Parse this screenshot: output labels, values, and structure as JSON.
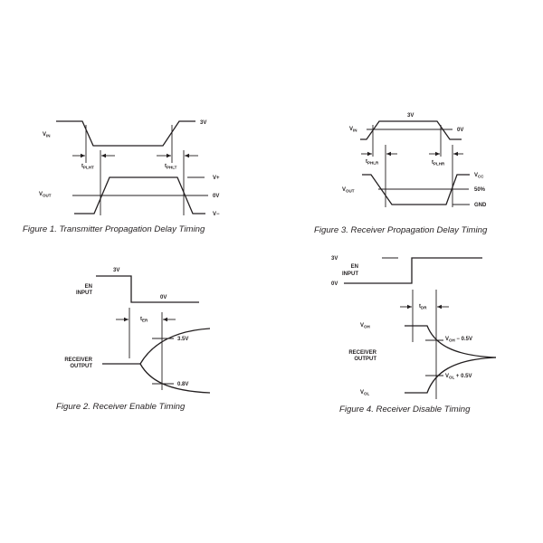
{
  "figure1": {
    "caption": "Figure 1.  Transmitter Propagation Delay Timing",
    "vin": {
      "main": "V",
      "sub": "IN"
    },
    "vout": {
      "main": "V",
      "sub": "OUT"
    },
    "level_3v": "3V",
    "level_vplus": "V+",
    "level_0v": "0V",
    "level_vminus": "V−",
    "tplht": {
      "main": "t",
      "sub": "PLHT"
    },
    "tphlt": {
      "main": "t",
      "sub": "PHLT"
    }
  },
  "figure2": {
    "caption": "Figure 2.  Receiver Enable Timing",
    "en": "EN",
    "input": "INPUT",
    "receiver": "RECEIVER",
    "output": "OUTPUT",
    "level_3v": "3V",
    "level_0v": "0V",
    "ter": {
      "main": "t",
      "sub": "ER"
    },
    "level_3_5v": "3.5V",
    "level_0_8v": "0.8V"
  },
  "figure3": {
    "caption": "Figure 3.  Receiver Propagation Delay Timing",
    "vin": {
      "main": "V",
      "sub": "IN"
    },
    "vout": {
      "main": "V",
      "sub": "OUT"
    },
    "level_3v": "3V",
    "level_0v": "0V",
    "vcc": {
      "main": "V",
      "sub": "CC"
    },
    "level_50": "50%",
    "gnd": "GND",
    "tphlr": {
      "main": "t",
      "sub": "PHLR"
    },
    "tplhr": {
      "main": "t",
      "sub": "PLHR"
    }
  },
  "figure4": {
    "caption": "Figure 4.  Receiver Disable Timing",
    "en": "EN",
    "input": "INPUT",
    "receiver": "RECEIVER",
    "output": "OUTPUT",
    "level_3v": "3V",
    "level_0v": "0V",
    "tdr": {
      "main": "t",
      "sub": "DR"
    },
    "voh": {
      "main": "V",
      "sub": "OH"
    },
    "vol": {
      "main": "V",
      "sub": "OL"
    },
    "voh_minus": {
      "main": "V",
      "sub": "OH",
      "rest": " − 0.5V"
    },
    "vol_plus": {
      "main": "V",
      "sub": "OL",
      "rest": " + 0.5V"
    }
  }
}
